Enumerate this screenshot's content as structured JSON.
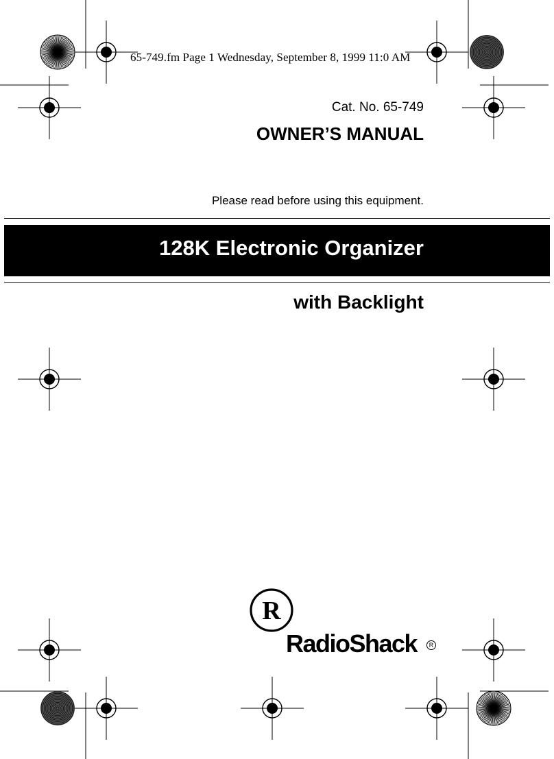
{
  "header": {
    "print_line": "65-749.fm  Page 1  Wednesday, September 8, 1999  11:0  AM"
  },
  "catalog": {
    "label": "Cat. No. 65-749"
  },
  "manual": {
    "label": "OWNER’S MANUAL"
  },
  "notice": {
    "text": "Please read before using this equipment."
  },
  "product": {
    "title": "128K Electronic Organizer",
    "subtitle": "with Backlight"
  },
  "brand": {
    "logo_letter": "R",
    "name": "RadioShack",
    "registered_mark": "R"
  },
  "colors": {
    "ink": "#000000",
    "paper": "#ffffff",
    "bar_text": "#ffffff"
  }
}
